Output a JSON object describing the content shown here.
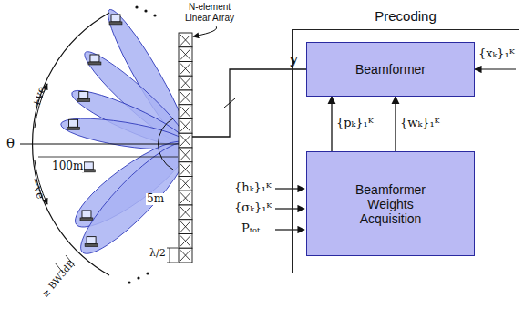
{
  "diagram": {
    "nodes": [
      {
        "text": [
          "Precoding"
        ]
      },
      {
        "text": [
          "Beamformer"
        ],
        "in": 0
      },
      {
        "text": [
          "Beamformer Weights Acquisition"
        ],
        "in": 0
      },
      {
        "text": [
          "N-element Linear Array"
        ]
      }
    ],
    "edges": [
      {
        "from": 2,
        "to": 1,
        "arrow": "to",
        "label": "{pₖ}₁ᴷ"
      },
      {
        "from": 2,
        "to": 1,
        "arrow": "to",
        "label": "{w̄ₖ}₁ᴷ"
      },
      {
        "from": 1,
        "to": 3,
        "arrow": "none",
        "label": "y"
      }
    ],
    "labels": [
      "θ",
      "+ve",
      "−ve",
      "100m",
      "5m",
      "λ/2",
      "≥ BW3dB",
      "{hₖ}₁ᴷ",
      "{σₖ}₁ᴷ",
      "Pₜₒₜ",
      "{xₖ}₁ᴷ"
    ]
  }
}
